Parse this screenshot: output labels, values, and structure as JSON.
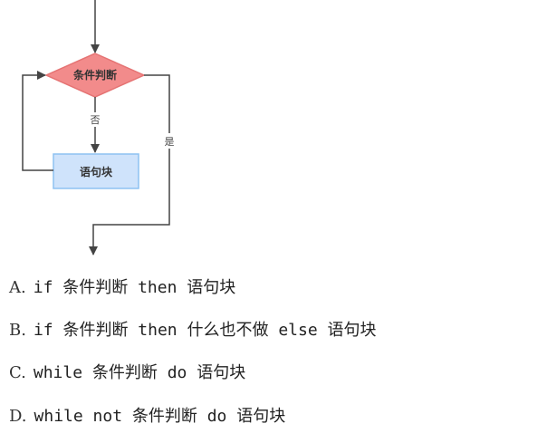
{
  "diagram": {
    "decision_label": "条件判断",
    "process_label": "语句块",
    "edge_no_label": "否",
    "edge_yes_label": "是",
    "colors": {
      "decision_fill": "#f28b8b",
      "decision_stroke": "#e57373",
      "process_fill": "#cfe3fb",
      "process_stroke": "#8ec2f2",
      "line": "#444444"
    }
  },
  "options": [
    {
      "letter": "A.",
      "text": "if 条件判断 then 语句块"
    },
    {
      "letter": "B.",
      "text": "if 条件判断 then 什么也不做 else 语句块"
    },
    {
      "letter": "C.",
      "text": "while 条件判断 do 语句块"
    },
    {
      "letter": "D.",
      "text": "while not 条件判断 do 语句块"
    }
  ]
}
